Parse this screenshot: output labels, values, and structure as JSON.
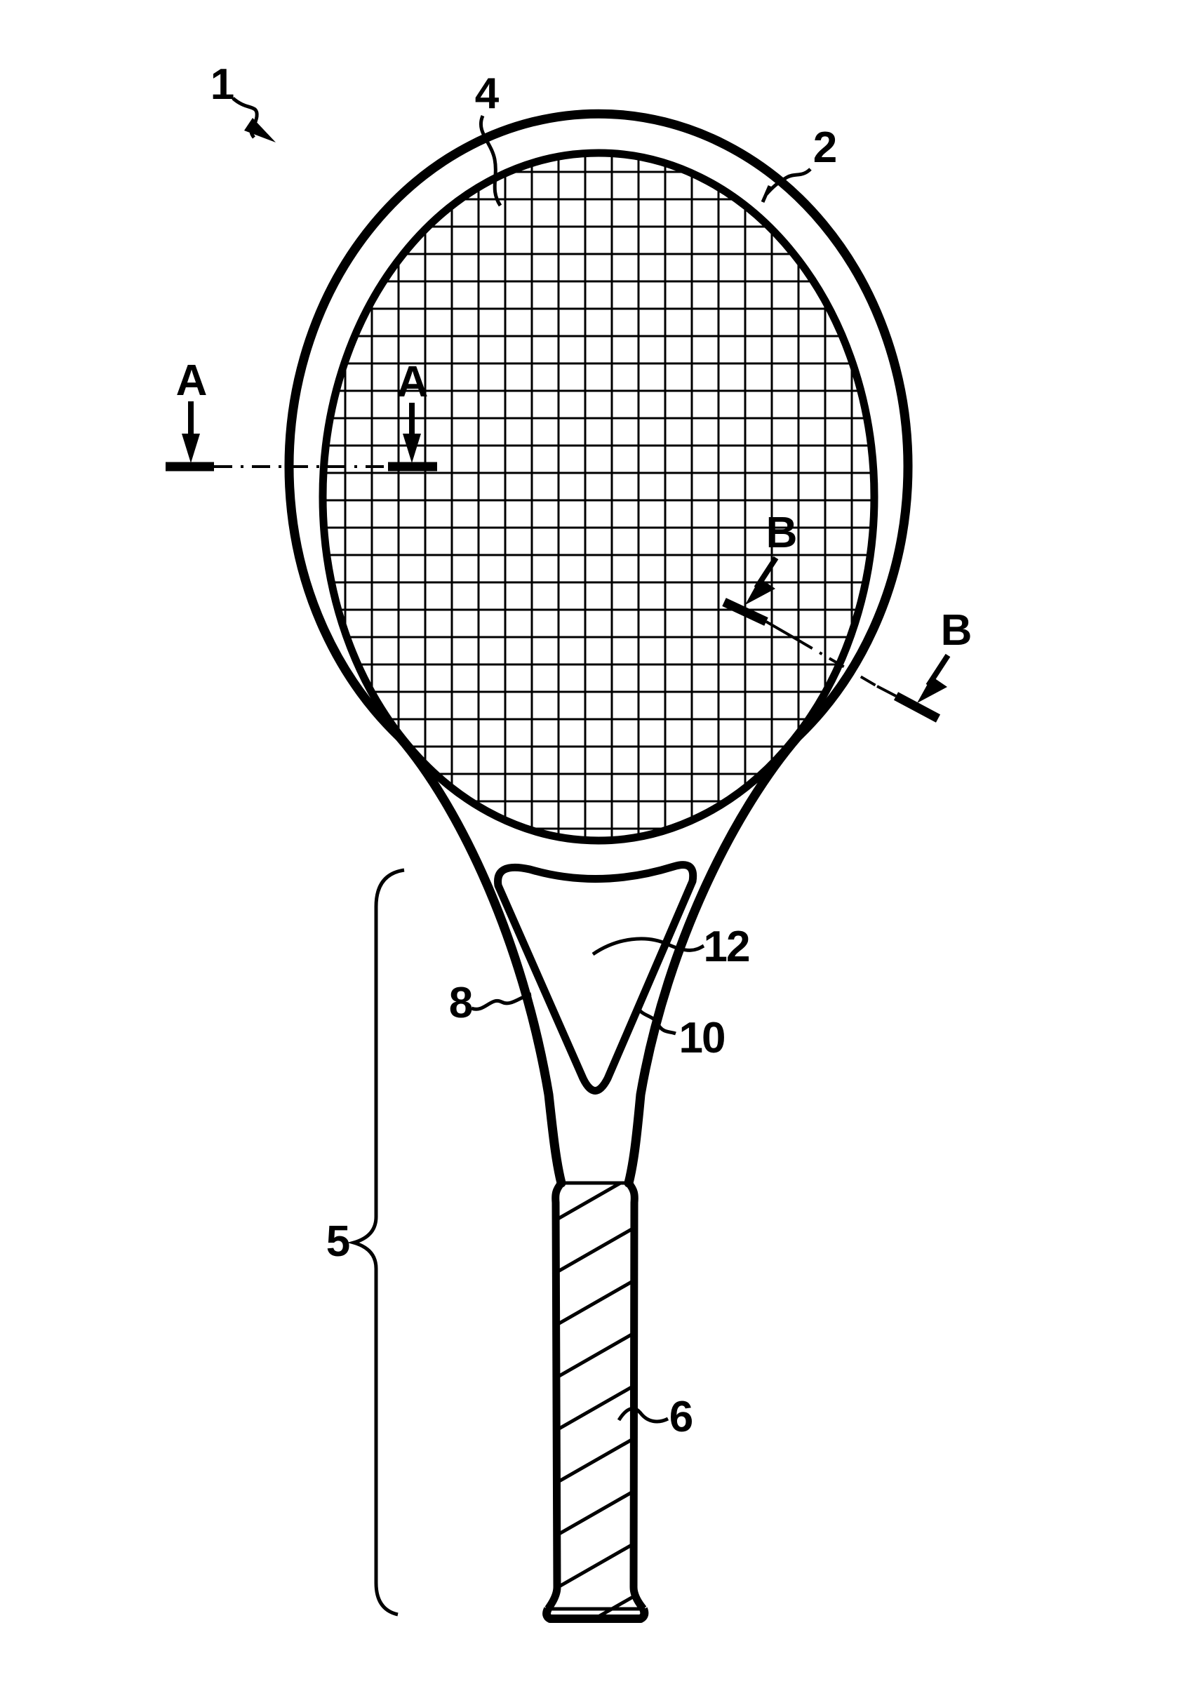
{
  "figure": {
    "type": "patent line drawing",
    "subject": "tennis racket",
    "colors": {
      "ink": "#000000",
      "background": "#ffffff"
    },
    "reference_labels": {
      "racket": "1",
      "head_frame": "2",
      "strings": "4",
      "shaft_region": "5",
      "grip": "6",
      "throat_left_arm": "8",
      "throat_right_arm": "10",
      "throat_bridge": "12"
    },
    "section_markers": {
      "a_left": "A",
      "a_right": "A",
      "b_upper": "B",
      "b_lower": "B"
    }
  }
}
